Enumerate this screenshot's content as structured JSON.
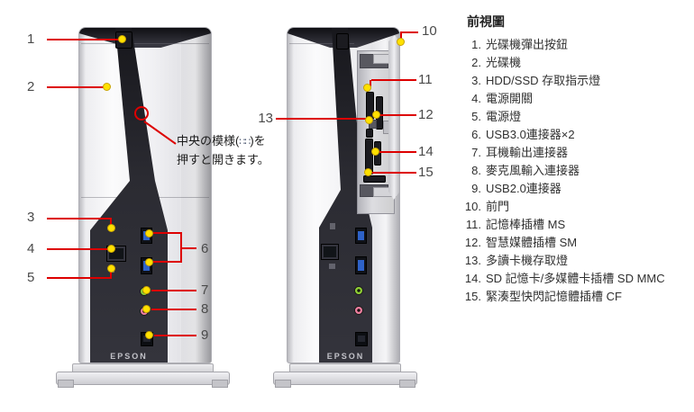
{
  "colors": {
    "callout_line": "#dd0000",
    "callout_dot": "#ffe100",
    "usb3_blue": "#2e62c8",
    "audio_green": "#8fcf35",
    "audio_pink": "#ef7fa0",
    "tower_dark": "#2b2b32",
    "tower_light": "#f1f1f4",
    "number_text": "#4a4a4a",
    "legend_text": "#303030"
  },
  "towers": {
    "left_brand": "EPSON",
    "right_brand": "EPSON"
  },
  "note": {
    "line1a": "中央の模様(",
    "pattern": "∷∷",
    "line1b": ")を",
    "line2": "押すと開きます。"
  },
  "callouts": {
    "n1": "1",
    "n2": "2",
    "n3": "3",
    "n4": "4",
    "n5": "5",
    "n6": "6",
    "n7": "7",
    "n8": "8",
    "n9": "9",
    "n10": "10",
    "n11": "11",
    "n12": "12",
    "n13": "13",
    "n14": "14",
    "n15": "15"
  },
  "legend": {
    "title": "前視圖",
    "items": [
      {
        "num": "1.",
        "label": "光碟機彈出按鈕"
      },
      {
        "num": "2.",
        "label": "光碟機"
      },
      {
        "num": "3.",
        "label": "HDD/SSD 存取指示燈"
      },
      {
        "num": "4.",
        "label": "電源開關"
      },
      {
        "num": "5.",
        "label": "電源燈"
      },
      {
        "num": "6.",
        "label": "USB3.0連接器×2"
      },
      {
        "num": "7.",
        "label": "耳機輸出連接器"
      },
      {
        "num": "8.",
        "label": "麥克風輸入連接器"
      },
      {
        "num": "9.",
        "label": "USB2.0連接器"
      },
      {
        "num": "10.",
        "label": "前門"
      },
      {
        "num": "11.",
        "label": "記憶棒插槽 MS"
      },
      {
        "num": "12.",
        "label": "智慧媒體插槽 SM"
      },
      {
        "num": "13.",
        "label": "多讀卡機存取燈"
      },
      {
        "num": "14.",
        "label": "SD 記憶卡/多媒體卡插槽 SD MMC"
      },
      {
        "num": "15.",
        "label": "緊湊型快閃記憶體插槽 CF"
      }
    ]
  }
}
